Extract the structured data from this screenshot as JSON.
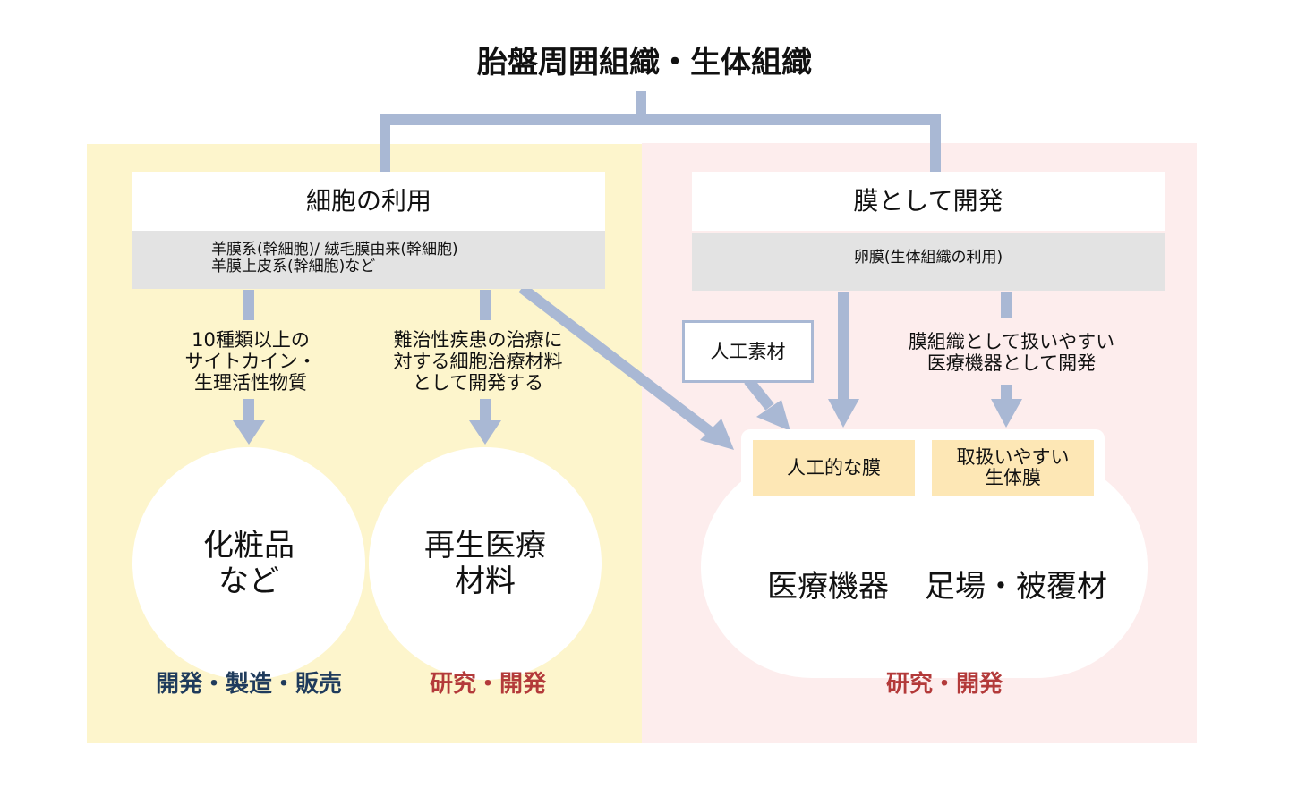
{
  "title": "胎盤周囲組織・生体組織",
  "left": {
    "header": "細胞の利用",
    "sub_lines": [
      "羊膜系(幹細胞)/ 絨毛膜由来(幹細胞)",
      "羊膜上皮系(幹細胞)など"
    ],
    "note1": [
      "10種類以上の",
      "サイトカイン・",
      "生理活性物質"
    ],
    "note2": [
      "難治性疾患の治療に",
      "対する細胞治療材料",
      "として開発する"
    ],
    "circle1": [
      "化粧品",
      "など"
    ],
    "circle2": [
      "再生医療",
      "材料"
    ],
    "label1": "開発・製造・販売",
    "label2": "研究・開発"
  },
  "right": {
    "header": "膜として開発",
    "sub": "卵膜(生体組織の利用)",
    "artificial_material": "人工素材",
    "note": [
      "膜組織として扱いやすい",
      "医療機器として開発"
    ],
    "box1": "人工的な膜",
    "box2": [
      "取扱いやすい",
      "生体膜"
    ],
    "result1": "医療機器",
    "result2": "足場・被覆材",
    "label": "研究・開発"
  },
  "colors": {
    "left_bg": "#fdf5cc",
    "right_bg": "#fdeded",
    "arrow": "#a9b8d4",
    "navy": "#1f3b5c",
    "red": "#b33a3a"
  }
}
